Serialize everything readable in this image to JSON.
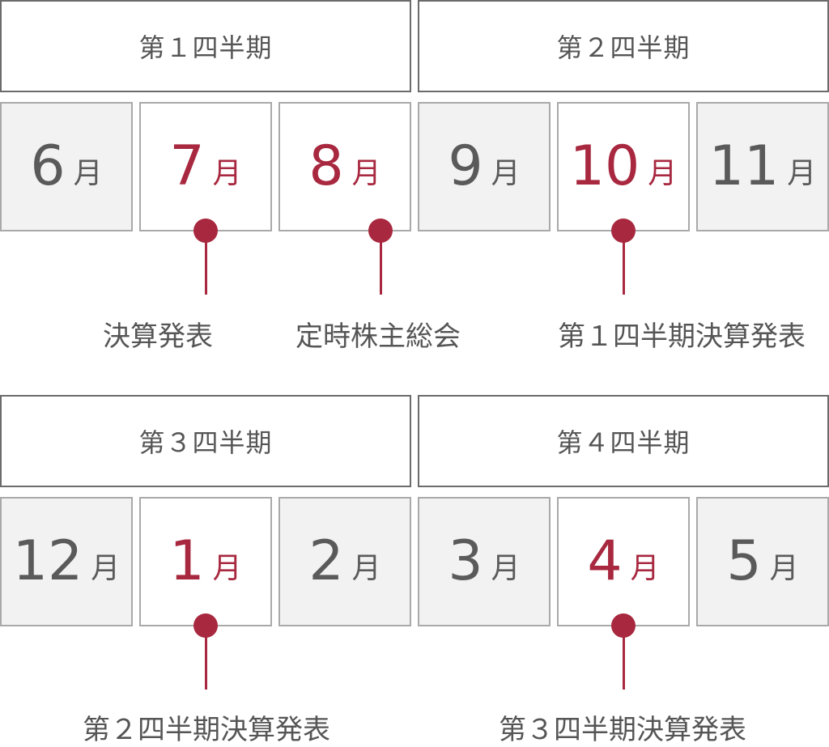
{
  "quarters": [
    {
      "label": "第１四半期",
      "months": [
        {
          "num": "6",
          "unit": "月"
        },
        {
          "num": "7",
          "unit": "月"
        },
        {
          "num": "8",
          "unit": "月"
        }
      ]
    },
    {
      "label": "第２四半期",
      "months": [
        {
          "num": "9",
          "unit": "月"
        },
        {
          "num": "10",
          "unit": "月"
        },
        {
          "num": "11",
          "unit": "月"
        }
      ]
    },
    {
      "label": "第３四半期",
      "months": [
        {
          "num": "12",
          "unit": "月"
        },
        {
          "num": "1",
          "unit": "月"
        },
        {
          "num": "2",
          "unit": "月"
        }
      ]
    },
    {
      "label": "第４四半期",
      "months": [
        {
          "num": "3",
          "unit": "月"
        },
        {
          "num": "4",
          "unit": "月"
        },
        {
          "num": "5",
          "unit": "月"
        }
      ]
    }
  ],
  "events": [
    {
      "month": "7月",
      "label": "決算発表"
    },
    {
      "month": "8月",
      "label": "定時株主総会"
    },
    {
      "month": "10月",
      "label": "第１四半期決算発表"
    },
    {
      "month": "1月",
      "label": "第２四半期決算発表"
    },
    {
      "month": "4月",
      "label": "第３四半期決算発表"
    }
  ],
  "colors": {
    "highlight": "#a8283f",
    "text": "#555555",
    "shaded_cell": "#f2f2f2",
    "border": "#a9a9a9"
  }
}
